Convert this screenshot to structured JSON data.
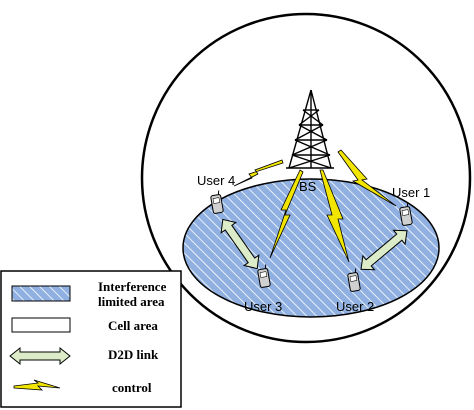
{
  "diagram": {
    "base_station_label": "BS",
    "users": [
      {
        "id": "user-1",
        "label": "User 1"
      },
      {
        "id": "user-2",
        "label": "User 2"
      },
      {
        "id": "user-3",
        "label": "User 3"
      },
      {
        "id": "user-4",
        "label": "User 4"
      }
    ],
    "d2d_pairs": [
      [
        "user-4",
        "user-3"
      ],
      [
        "user-1",
        "user-2"
      ]
    ]
  },
  "legend": {
    "items": [
      {
        "icon": "interference-area-swatch",
        "label_lines": [
          "Interference",
          "limited area"
        ]
      },
      {
        "icon": "cell-area-swatch",
        "label_lines": [
          "Cell area"
        ]
      },
      {
        "icon": "d2d-link-arrow",
        "label_lines": [
          "D2D link"
        ]
      },
      {
        "icon": "lightning-icon",
        "label_lines": [
          "control"
        ]
      }
    ]
  },
  "colors": {
    "interference_fill": "#8fb0e0",
    "d2d_arrow": "#dcebc8",
    "lightning": "#f2e600",
    "outline": "#000000"
  }
}
